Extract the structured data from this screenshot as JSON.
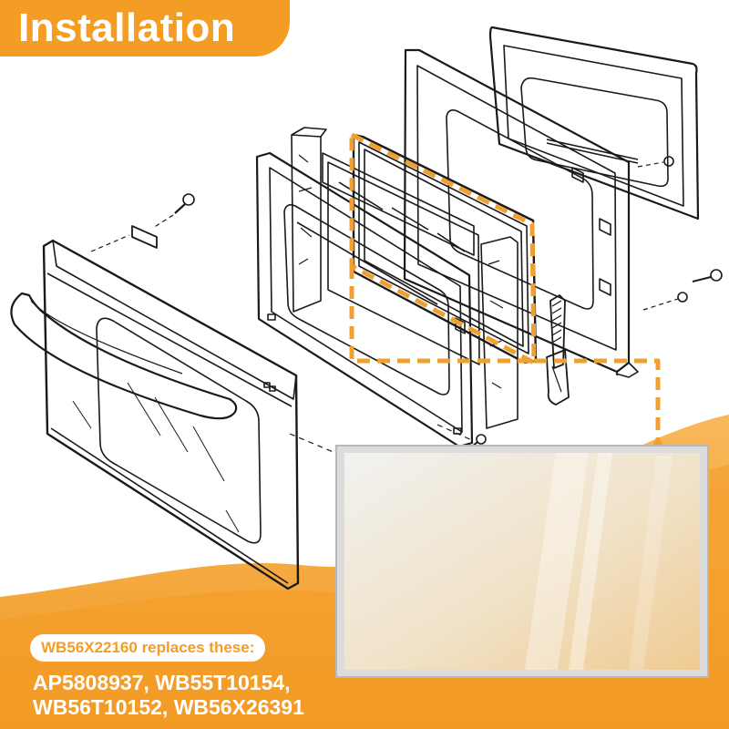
{
  "colors": {
    "accent_orange": "#f49d25",
    "dashed_path": "#f0a030",
    "line_art": "#1a1a1a",
    "glass_frame": "#c8c8c8"
  },
  "header": {
    "title": "Installation"
  },
  "footer": {
    "replace_label": "WB56X22160 replaces these:",
    "part_numbers_line1": "AP5808937, WB55T10154,",
    "part_numbers_line2": "WB56T10152, WB56X26391"
  }
}
